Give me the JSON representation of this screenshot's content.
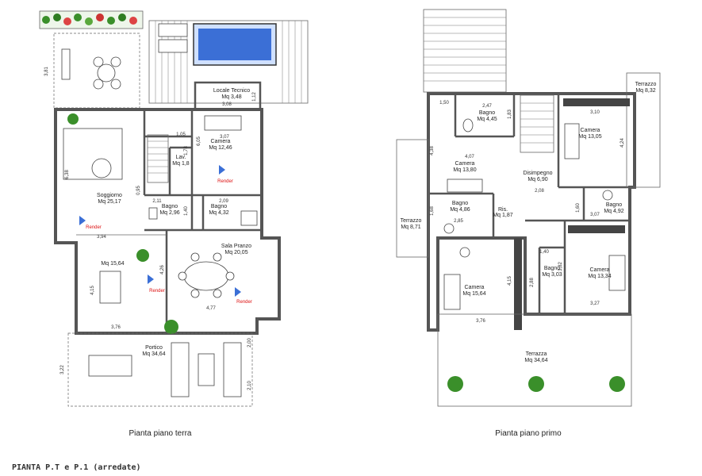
{
  "plans": {
    "ground": {
      "caption": "Pianta piano terra",
      "rooms": {
        "locale_tecnico": {
          "name": "Locale Tecnico",
          "area": "Mq 3,48"
        },
        "camera": {
          "name": "Camera",
          "area": "Mq 12,46"
        },
        "lav": {
          "name": "Lav.",
          "area": "Mq 1,8"
        },
        "soggiorno": {
          "name": "Soggiorno",
          "area": "Mq 25,17"
        },
        "bagno_a": {
          "name": "Bagno",
          "area": "Mq 2,96"
        },
        "bagno_b": {
          "name": "Bagno",
          "area": "Mq 4,32"
        },
        "sala_pranzo": {
          "name": "Sala Pranzo",
          "area": "Mq 20,05"
        },
        "ingresso": {
          "area": "Mq 15,64"
        },
        "portico": {
          "name": "Portico",
          "area": "Mq 34,64"
        }
      },
      "dims": [
        "3,81",
        "3,08",
        "1,12",
        "1,05",
        "3,07",
        "1,78",
        "6,05",
        "6,38",
        "0,95",
        "2,11",
        "1,40",
        "2,09",
        "3,94",
        "4,15",
        "4,26",
        "4,77",
        "3,76",
        "2,00",
        "3,22",
        "2,10"
      ],
      "render_label": "Render"
    },
    "first": {
      "caption": "Pianta piano primo",
      "rooms": {
        "terrazzo_tr": {
          "name": "Terrazzo",
          "area": "Mq 8,32"
        },
        "bagno_top": {
          "name": "Bagno",
          "area": "Mq 4,45"
        },
        "camera_tr": {
          "name": "Camera",
          "area": "Mq 13,05"
        },
        "camera_l": {
          "name": "Camera",
          "area": "Mq 13,80"
        },
        "disimpegno": {
          "name": "Disimpegno",
          "area": "Mq 6,90"
        },
        "terrazzo_l": {
          "name": "Terrazzo",
          "area": "Mq 8,71"
        },
        "bagno_mid": {
          "name": "Bagno",
          "area": "Mq 4,86"
        },
        "ris": {
          "name": "Ris.",
          "area": "Mq 1,87"
        },
        "bagno_r": {
          "name": "Bagno",
          "area": "Mq 4,92"
        },
        "camera_bl": {
          "name": "Camera",
          "area": "Mq 15,64"
        },
        "bagno_small": {
          "name": "Bagno",
          "area": "Mq 3,03"
        },
        "camera_br": {
          "name": "Camera",
          "area": "Mq 13,34"
        },
        "terrazza": {
          "name": "Terrazza",
          "area": "Mq 34,64"
        }
      },
      "dims": [
        "1,50",
        "2,47",
        "1,83",
        "3,10",
        "4,38",
        "4,07",
        "4,24",
        "2,08",
        "1,60",
        "3,07",
        "2,85",
        "1,68",
        "1,40",
        "2,88",
        "3,82",
        "4,15",
        "3,27",
        "3,76"
      ]
    }
  },
  "footer": "PIANTA P.T e P.1 (arredate)",
  "colors": {
    "wall": "#555555",
    "pool": "#3b6fd6",
    "render": "#d11111",
    "plant": "#3a8f2a"
  }
}
